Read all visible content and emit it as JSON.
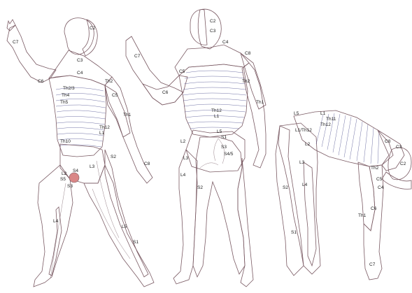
{
  "colors": {
    "cervical": "#a9d08e",
    "thoracic": "#b7b9e6",
    "lumbar": "#d9bfe0",
    "sacral": "#d98787",
    "face": "#f7e4bf",
    "outline": "#7a5a63",
    "stripe": "#4d4f8e"
  },
  "views": {
    "front": {
      "labels": [
        "C2",
        "C3",
        "C4",
        "C5",
        "C6",
        "C7",
        "C8",
        "Th1",
        "Th2",
        "Th2/3",
        "Th4",
        "Th5",
        "Th10",
        "Th12",
        "L1",
        "L2",
        "L3",
        "L4",
        "L5",
        "S1",
        "S2",
        "S3",
        "S4",
        "S5"
      ]
    },
    "back": {
      "labels": [
        "C2",
        "C3",
        "C4",
        "C5",
        "C6",
        "C7",
        "C8",
        "Th1",
        "Th2",
        "Th12",
        "L1",
        "L2",
        "L3",
        "L4",
        "L5",
        "S1",
        "S2",
        "S3",
        "S4/5"
      ]
    },
    "bent": {
      "labels": [
        "C2",
        "C3",
        "C4",
        "C5",
        "C6",
        "C7",
        "C8",
        "Th1",
        "Th2",
        "Th11",
        "Th12",
        "L1/Th12",
        "L1",
        "L2",
        "L3",
        "L4",
        "L5",
        "S1",
        "S2"
      ]
    }
  }
}
